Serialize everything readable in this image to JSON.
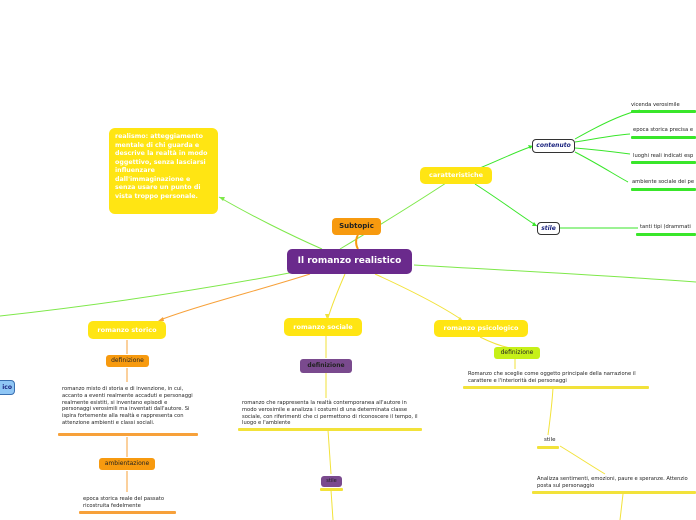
{
  "central": {
    "title": "Il romanzo realistico"
  },
  "subtopic": {
    "label": "Subtopic"
  },
  "note": {
    "text": "realismo: atteggiamento mentale di chi guarda e descrive la realtà in modo oggettivo, senza lasciarsi influenzare dall'immaginazione e senza usare un punto di vista troppo personale."
  },
  "caratteristiche": {
    "label": "caratteristiche",
    "contenuto": {
      "label": "contenuto",
      "items": [
        "vicenda verosimile",
        "epoca storica precisa e",
        "luoghi reali indicati esp",
        "ambiente sociale dei pe"
      ]
    },
    "stile": {
      "label": "stile",
      "item": "tanti tipi (drammati"
    }
  },
  "left_edge": {
    "label": "ico"
  },
  "storico": {
    "label": "romanzo storico",
    "definizione_label": "definizione",
    "definizione_text": "romanzo misto di storia e di invenzione, in cui, accanto a eventi realmente accaduti e personaggi realmente esistiti, si inventano episodi e personaggi verosimili ma inventati dall'autore. Si ispira fortemente alla realtà e rappresenta con attenzione ambienti e classi sociali.",
    "ambientazione_label": "ambientazione",
    "ambientazione_text": "epoca storica reale del passato ricostruita fedelmente"
  },
  "sociale": {
    "label": "romanzo sociale",
    "definizione_label": "definizione",
    "definizione_text": "romanzo che rappresenta la realtà contemporanea all'autore in modo verosimile e analizza i costumi di una determinata classe sociale, con riferimenti che ci permettono di riconoscere il tempo, il luogo e l'ambiente",
    "stile_label": "stile"
  },
  "psicologico": {
    "label": "romanzo psicologico",
    "definizione_label": "definizione",
    "definizione_text": "Romanzo che sceglie come oggetto principale della narrazione il carattere e l'interiorità dei personaggi",
    "stile_label": "stile",
    "stile_text": "Analizza sentimenti, emozioni, paure e speranze. Attenzio posta sul personaggio"
  },
  "colors": {
    "central": "#6a2a8c",
    "yellow": "#ffe513",
    "orange": "#f79a0f",
    "green": "#39e62a",
    "purple": "#7a4a8e",
    "line_green": "#7ee84a",
    "line_orange": "#f7a13a",
    "line_yellow": "#f2e23a",
    "lime": "#c6f018",
    "blue": "#8fc6f5"
  }
}
